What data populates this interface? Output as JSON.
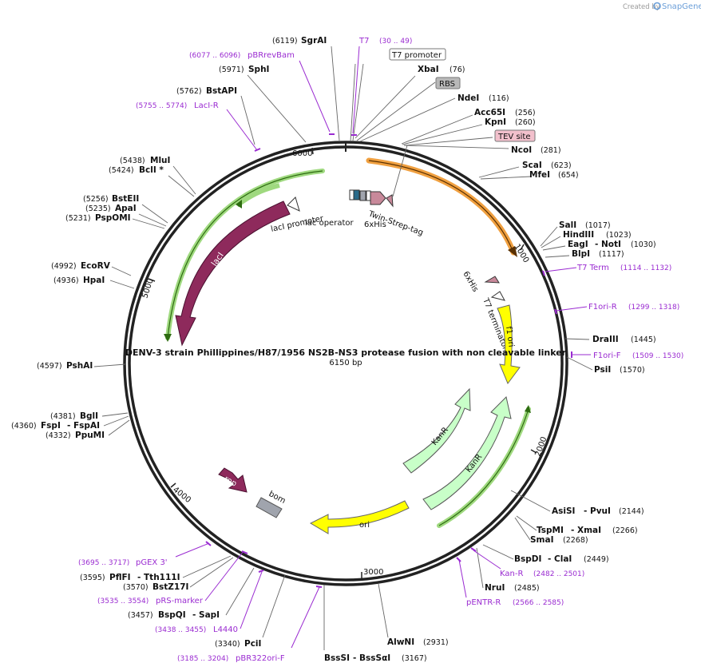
{
  "plasmid": {
    "name": "DENV-3 strain Phillippines/H87/1956 NS2B-NS3 protease fusion with non cleavable linker",
    "length": "6150 bp"
  },
  "credit": {
    "prefix": "Created by",
    "brand": "SnapGene"
  },
  "ticks": [
    "1000",
    "2000",
    "3000",
    "4000",
    "5000",
    "6000"
  ],
  "features": {
    "lacI": "lacI",
    "lacI_promoter": "lacI promoter",
    "lac_operator": "lac operator",
    "twin_strep": "Twin-Strep-tag",
    "his1": "6xHis",
    "his2": "6xHis",
    "t7_terminator": "T7 terminator",
    "f1_ori": "f1 ori",
    "kanr1": "KanR",
    "kanr2": "KanR",
    "ori": "ori",
    "rop": "rop",
    "bom": "bom"
  },
  "tags": {
    "t7_promoter": "T7 promoter",
    "rbs": "RBS",
    "tev": "TEV site"
  },
  "enzymes": {
    "SgrAI": [
      "SgrAI",
      "(6119)"
    ],
    "SphI": [
      "SphI",
      "(5971)"
    ],
    "BstAPI": [
      "BstAPI",
      "(5762)"
    ],
    "MluI": [
      "MluI",
      "(5438)"
    ],
    "BclI": [
      "BclI *",
      "(5424)"
    ],
    "BstEII": [
      "BstEII",
      "(5256)"
    ],
    "ApaI": [
      "ApaI",
      "(5235)"
    ],
    "PspOMI": [
      "PspOMI",
      "(5231)"
    ],
    "EcoRV": [
      "EcoRV",
      "(4992)"
    ],
    "HpaI": [
      "HpaI",
      "(4936)"
    ],
    "PshAI": [
      "PshAI",
      "(4597)"
    ],
    "BglI": [
      "BglI",
      "(4381)"
    ],
    "FspI": [
      "FspI",
      "(4360)"
    ],
    "FspAI": [
      "- FspAI",
      ""
    ],
    "PpuMI": [
      "PpuMI",
      "(4332)"
    ],
    "PflFI": [
      "PflFI",
      "(3595)"
    ],
    "Tth111I": [
      "- Tth111I",
      ""
    ],
    "BstZ17I": [
      "BstZ17I",
      "(3570)"
    ],
    "BspQI": [
      "BspQI",
      "(3457)"
    ],
    "SapI": [
      "- SapI",
      ""
    ],
    "PciI": [
      "PciI",
      "(3340)"
    ],
    "BssSI": [
      "BssSI",
      ""
    ],
    "BssSaI": [
      "- BssSαI",
      "(3167)"
    ],
    "AlwNI": [
      "AlwNI",
      "(2931)"
    ],
    "XbaI": [
      "XbaI",
      "(76)"
    ],
    "NdeI": [
      "NdeI",
      "(116)"
    ],
    "Acc65I": [
      "Acc65I",
      "(256)"
    ],
    "KpnI": [
      "KpnI",
      "(260)"
    ],
    "NcoI": [
      "NcoI",
      "(281)"
    ],
    "ScaI": [
      "ScaI",
      "(623)"
    ],
    "MfeI": [
      "MfeI",
      "(654)"
    ],
    "SalI": [
      "SalI",
      "(1017)"
    ],
    "HindIII": [
      "HindIII",
      "(1023)"
    ],
    "EagI": [
      "EagI",
      ""
    ],
    "NotI": [
      "- NotI",
      "(1030)"
    ],
    "BlpI": [
      "BlpI",
      "(1117)"
    ],
    "DraIII": [
      "DraIII",
      "(1445)"
    ],
    "PsiI": [
      "PsiI",
      "(1570)"
    ],
    "AsiSI": [
      "AsiSI",
      ""
    ],
    "PvuI": [
      "- PvuI",
      "(2144)"
    ],
    "TspMI": [
      "TspMI",
      ""
    ],
    "XmaI": [
      "- XmaI",
      "(2266)"
    ],
    "SmaI": [
      "SmaI",
      "(2268)"
    ],
    "BspDI": [
      "BspDI",
      ""
    ],
    "ClaI": [
      "- ClaI",
      "(2449)"
    ],
    "NruI": [
      "NruI",
      "(2485)"
    ]
  },
  "primers": {
    "T7": [
      "T7",
      "(30 .. 49)"
    ],
    "pBRrevBam": [
      "pBRrevBam",
      "(6077 .. 6096)"
    ],
    "LacIR": [
      "LacI-R",
      "(5755 .. 5774)"
    ],
    "T7Term": [
      "T7 Term",
      "(1114 .. 1132)"
    ],
    "F1oriR": [
      "F1ori-R",
      "(1299 .. 1318)"
    ],
    "F1oriF": [
      "F1ori-F",
      "(1509 .. 1530)"
    ],
    "KanR": [
      "Kan-R",
      "(2482 .. 2501)"
    ],
    "pENTRR": [
      "pENTR-R",
      "(2566 .. 2585)"
    ],
    "pGEX3": [
      "pGEX 3'",
      "(3695 .. 3717)"
    ],
    "pRSmarker": [
      "pRS-marker",
      "(3535 .. 3554)"
    ],
    "L4440": [
      "L4440",
      "(3438 .. 3455)"
    ],
    "pBR322oriF": [
      "pBR322ori-F",
      "(3185 .. 3204)"
    ]
  },
  "colors": {
    "lacI": "#8e2a5c",
    "green_arc": "#55b82b",
    "orange_arc": "#f0a040",
    "f1_ori": "#ffff00",
    "ori": "#ffff00",
    "kanr": "#c8ffc8",
    "primer": "#9a2bd1",
    "tev": "#f2c0cc",
    "rbs": "#b8b8b8",
    "bom": "#a0a4ad"
  }
}
